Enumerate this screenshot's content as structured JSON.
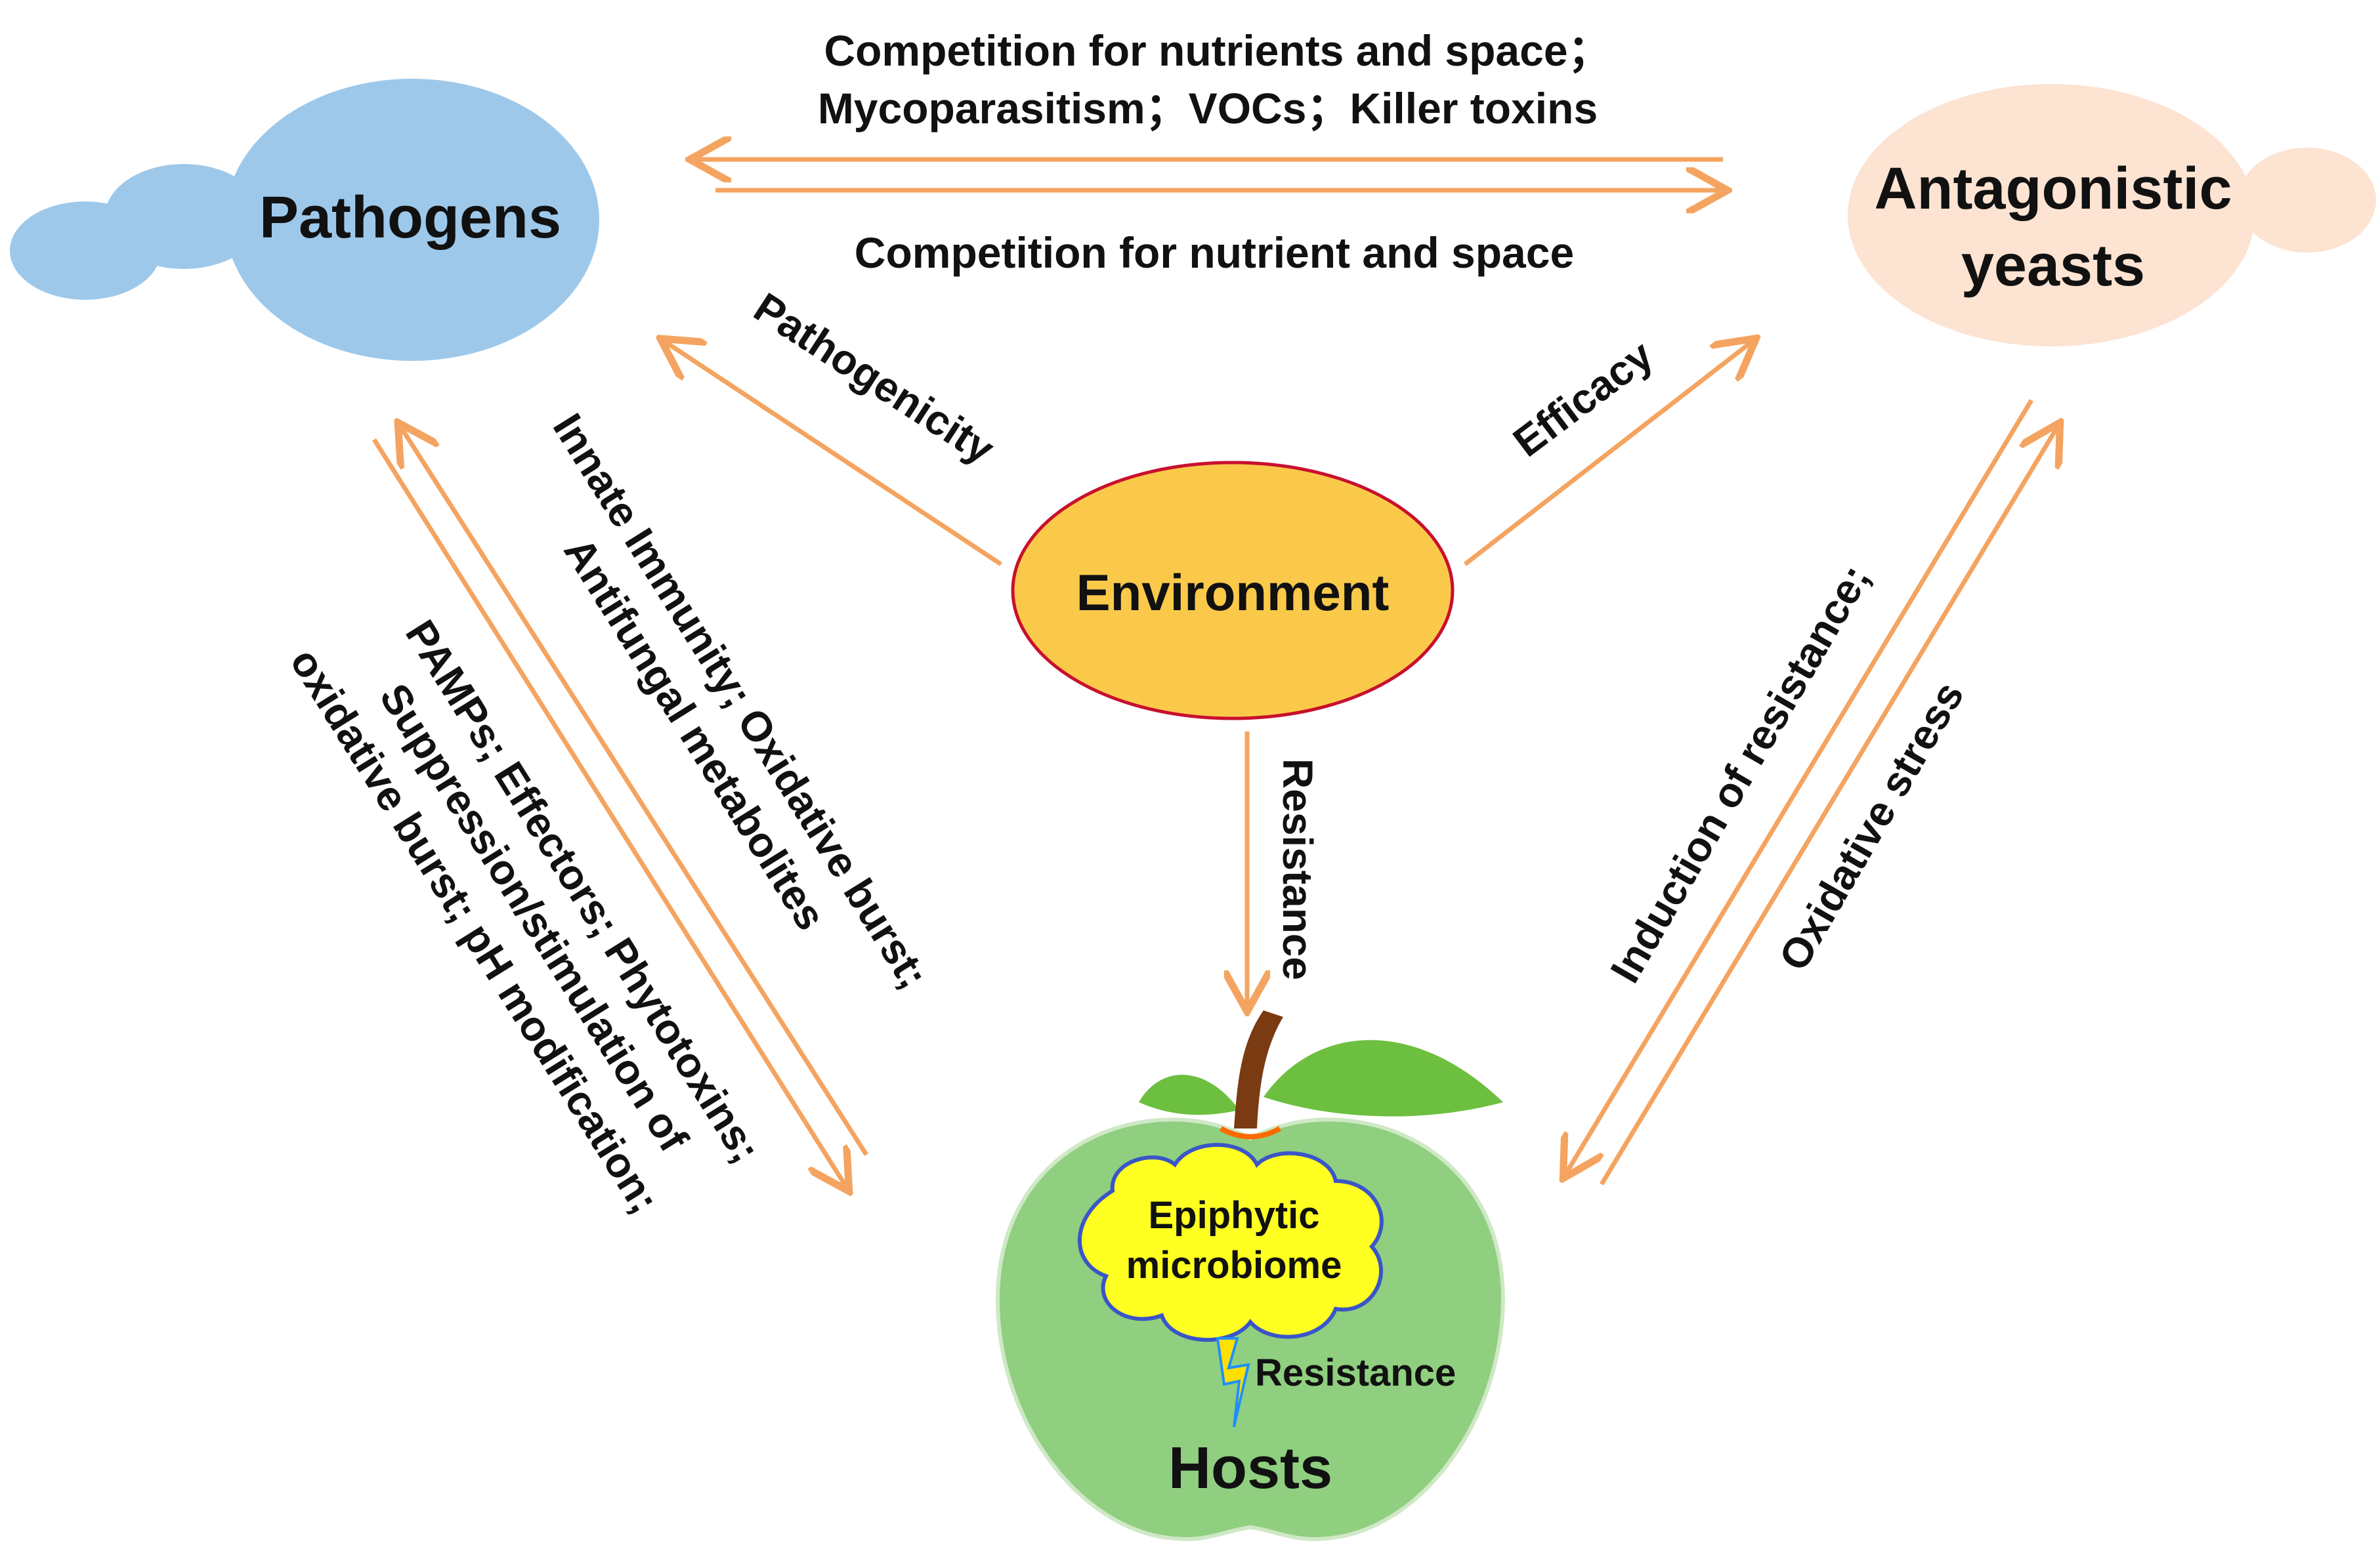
{
  "nodes": {
    "pathogens": "Pathogens",
    "yeasts_line1": "Antagonistic",
    "yeasts_line2": "yeasts",
    "environment": "Environment",
    "hosts": "Hosts",
    "microbiome_line1": "Epiphytic",
    "microbiome_line2": "microbiome"
  },
  "edges": {
    "yeast_to_pathogen_line1": "Competition for nutrients and space；",
    "yeast_to_pathogen_line2": "Mycoparasitism；VOCs；Killer toxins",
    "pathogen_to_yeast": "Competition for nutrient and space",
    "env_to_pathogen": "Pathogenicity",
    "env_to_yeast": "Efficacy",
    "env_to_host": "Resistance",
    "host_to_pathogen_line1": "Innate Immunity; Oxidative burst;",
    "host_to_pathogen_line2": "Antifungal metabolites",
    "pathogen_to_host_line1": "PAMPs; Effectors; Phytotoxins;",
    "pathogen_to_host_line2": "Suppression/stimulation of",
    "pathogen_to_host_line3": "oxidative burst; pH modification;",
    "yeast_to_host": "Induction of resistance;",
    "host_to_yeast": "Oxidative stress",
    "microbiome_to_host": "Resistance"
  },
  "colors": {
    "arrow": "#f4a460",
    "pathogen_fill": "#9dc8ea",
    "yeast_fill": "#fde3d2",
    "environment_fill": "#fbc94a",
    "environment_stroke": "#c8102e",
    "apple_fill": "#8fcf7f",
    "apple_stroke": "#cfe8c6",
    "cloud_fill": "#ffff22",
    "cloud_stroke": "#3a55c8",
    "leaf_fill": "#6cbf3f",
    "stem_fill": "#7a3a12",
    "lightning_fill": "#ffe000",
    "lightning_stroke": "#1e90ff"
  }
}
